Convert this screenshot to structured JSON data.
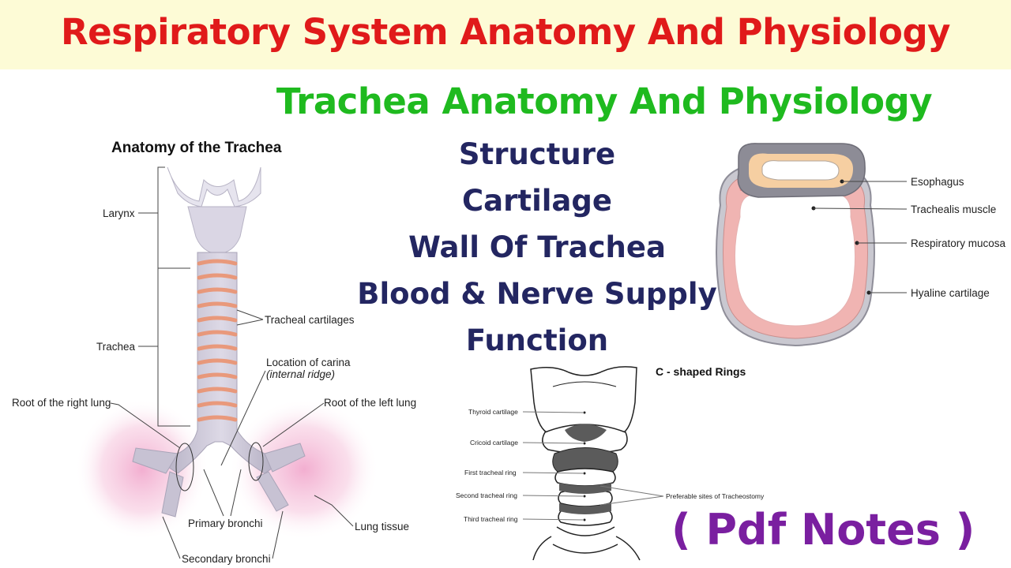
{
  "title": "Respiratory System Anatomy And Physiology",
  "subtitle": "Trachea Anatomy And Physiology",
  "topics": [
    "Structure",
    "Cartilage",
    "Wall Of Trachea",
    "Blood & Nerve Supply",
    "Function"
  ],
  "badge": "( Pdf Notes )",
  "trachea_diagram": {
    "heading": "Anatomy of the Trachea",
    "labels": {
      "larynx": "Larynx",
      "trachea": "Trachea",
      "tracheal_cartilages": "Tracheal cartilages",
      "carina": "Location of carina",
      "carina_note": "(internal ridge)",
      "root_right": "Root of the right lung",
      "root_left": "Root of the left lung",
      "primary_bronchi": "Primary bronchi",
      "secondary_bronchi": "Secondary bronchi",
      "lung_tissue": "Lung tissue"
    }
  },
  "cross_section": {
    "labels": {
      "esophagus": "Esophagus",
      "trachealis": "Trachealis muscle",
      "mucosa": "Respiratory mucosa",
      "hyaline": "Hyaline cartilage"
    }
  },
  "rings_diagram": {
    "heading": "C - shaped Rings",
    "labels": {
      "thyroid": "Thyroid cartilage",
      "cricoid": "Cricoid cartilage",
      "first": "First tracheal ring",
      "second": "Second tracheal ring",
      "third": "Third tracheal ring",
      "tracheostomy": "Preferable sites of Tracheostomy"
    }
  },
  "colors": {
    "title": "#e01a1a",
    "subtitle": "#1fba1f",
    "topics": "#232661",
    "badge": "#7a1fa0",
    "banner": "#fdfbd6"
  }
}
